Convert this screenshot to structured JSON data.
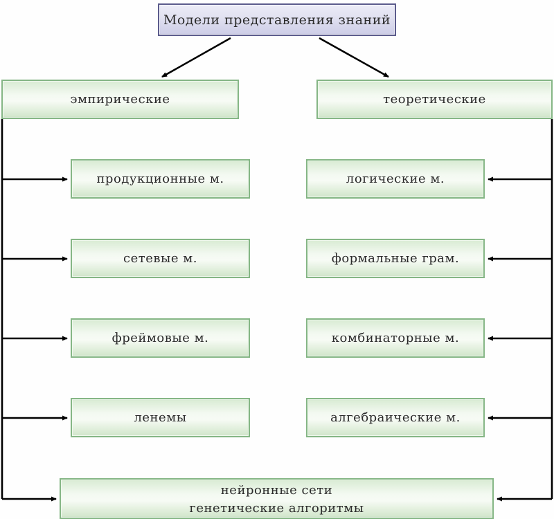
{
  "diagram": {
    "title": "Модели представления знаний",
    "branches": {
      "left": {
        "label": "эмпирические"
      },
      "right": {
        "label": "теоретические"
      }
    },
    "left_items": [
      {
        "label": "продукционные м."
      },
      {
        "label": "сетевые м."
      },
      {
        "label": "фреймовые м."
      },
      {
        "label": "ленемы"
      }
    ],
    "right_items": [
      {
        "label": "логические м."
      },
      {
        "label": "формальные грам."
      },
      {
        "label": "комбинаторные м."
      },
      {
        "label": "алгебраические м."
      }
    ],
    "bottom": {
      "line1": "нейронные сети",
      "line2": "генетические алгоритмы"
    },
    "colors": {
      "root_border": "#5c5c8c",
      "root_fill_top": "#ececf7",
      "root_fill_bottom": "#cdcde7",
      "node_border": "#85b685",
      "node_fill_edge": "#d4e8ce",
      "node_fill_center": "#f7fbf5",
      "connector": "#000000",
      "text": "#2b2b2b"
    }
  }
}
